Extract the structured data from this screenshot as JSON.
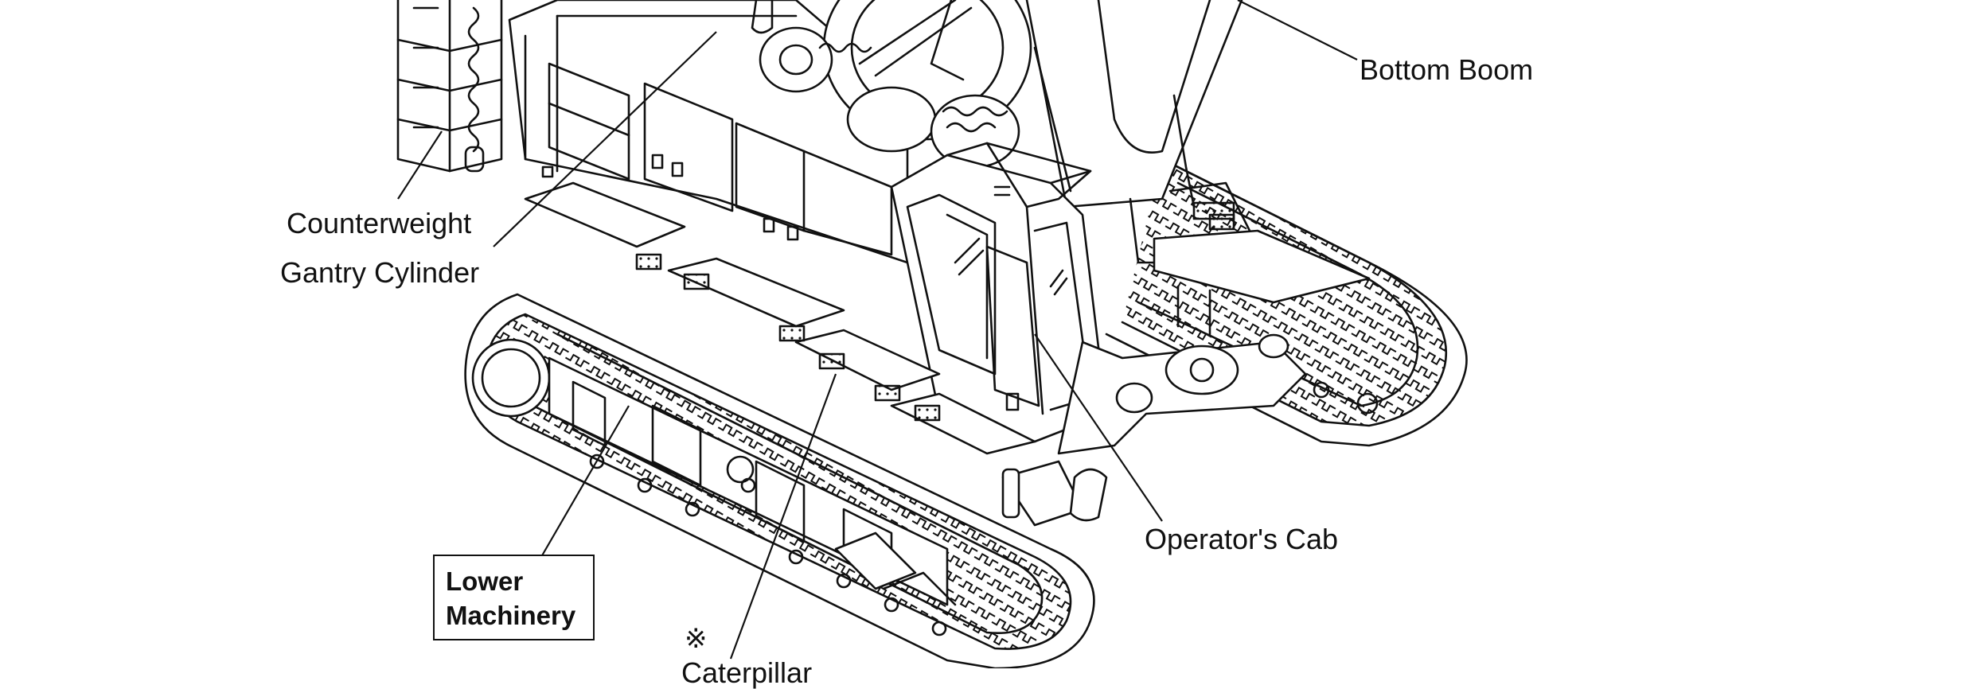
{
  "labels": {
    "bottom_boom": "Bottom Boom",
    "counterweight": "Counterweight",
    "gantry_cylinder": "Gantry Cylinder",
    "operators_cab": "Operator's Cab",
    "lower_machinery_line1": "Lower",
    "lower_machinery_line2": "Machinery",
    "note_mark": "※",
    "caterpillar_partial": "Caterpillar"
  },
  "colors": {
    "ink": "#111111",
    "paper": "#ffffff"
  }
}
